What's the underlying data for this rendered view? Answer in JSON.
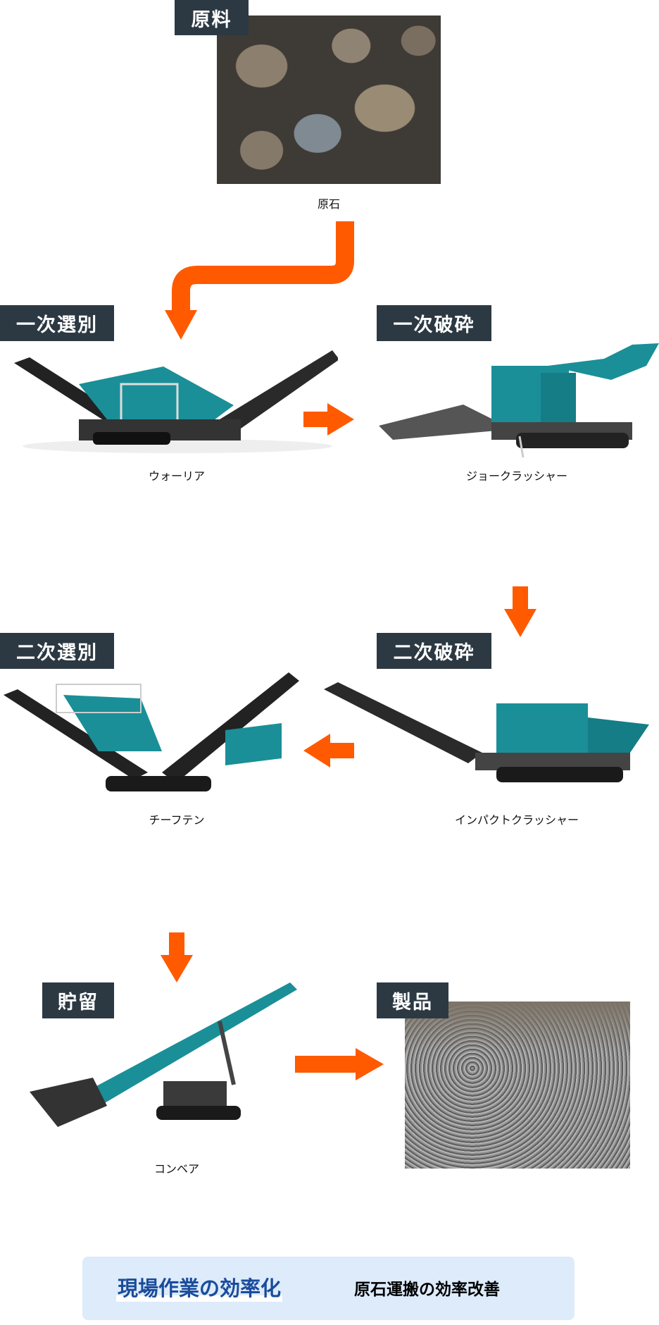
{
  "colors": {
    "accent": "#ff5a00",
    "label_bg": "#2c3943",
    "teal": "#1a8f98",
    "banner_bg": "#ddebfb",
    "banner_title": "#1b4c9b"
  },
  "steps": {
    "raw": {
      "label": "原料",
      "caption": "原石"
    },
    "primary_screen": {
      "label": "一次選別",
      "caption": "ウォーリア"
    },
    "primary_crush": {
      "label": "一次破砕",
      "caption": "ジョークラッシャー"
    },
    "secondary_crush": {
      "label": "二次破砕",
      "caption": "インパクトクラッシャー"
    },
    "secondary_screen": {
      "label": "二次選別",
      "caption": "チーフテン"
    },
    "storage": {
      "label": "貯留",
      "caption": "コンベア"
    },
    "product": {
      "label": "製品"
    }
  },
  "banner": {
    "title": "現場作業の効率化",
    "subtitle": "原石運搬の効率改善"
  }
}
